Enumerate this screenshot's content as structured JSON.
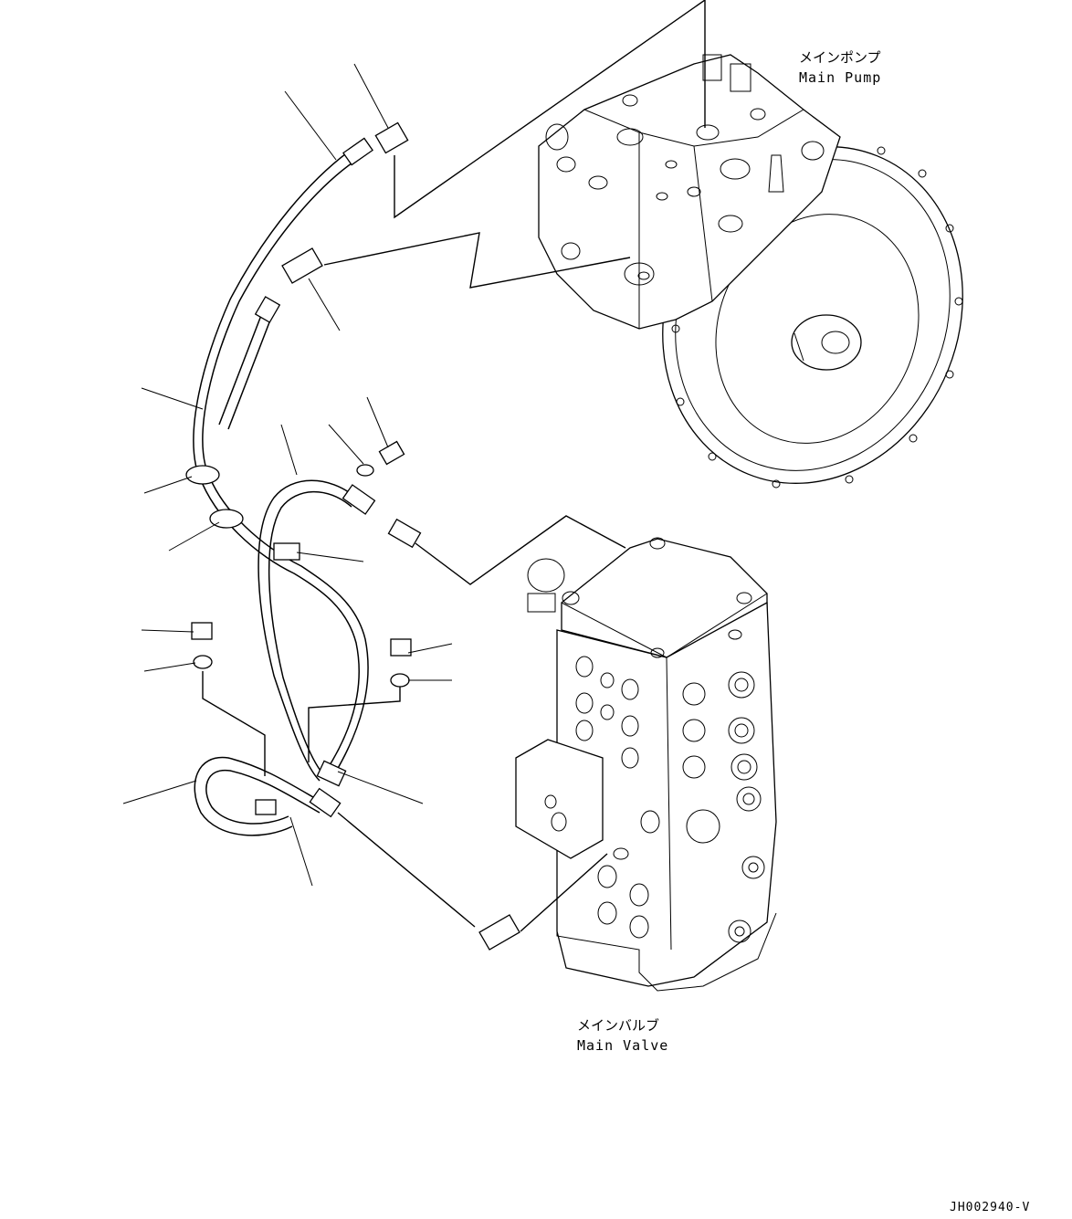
{
  "components": {
    "main_pump": {
      "label_jp": "メインポンプ",
      "label_en": "Main Pump"
    },
    "main_valve": {
      "label_jp": "メインバルブ",
      "label_en": "Main Valve"
    }
  },
  "drawing_code": "JH002940-V"
}
